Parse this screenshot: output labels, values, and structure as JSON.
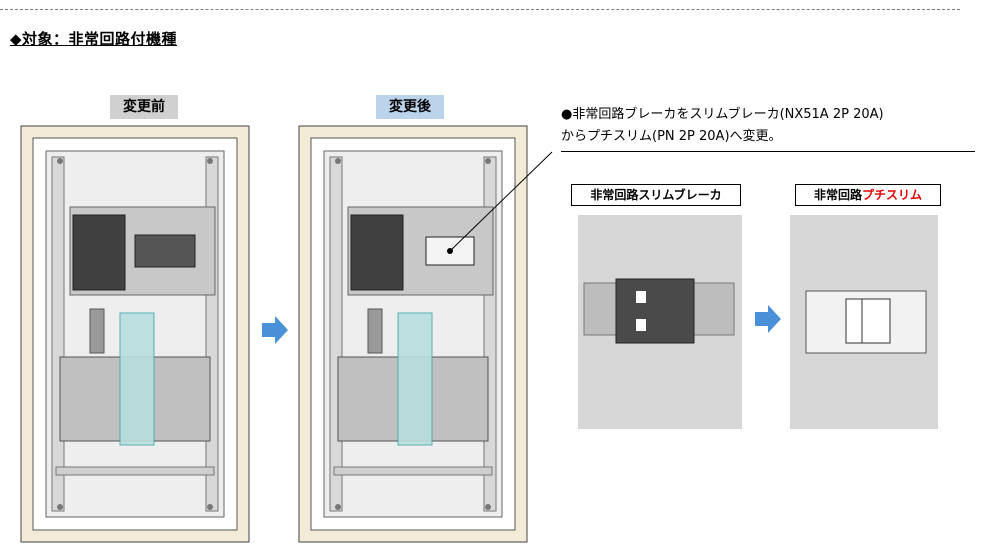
{
  "section_title": "◆対象：非常回路付機種",
  "panel_before_label": "変更前",
  "panel_after_label": "変更後",
  "note": {
    "line1": "●非常回路ブレーカをスリムブレーカ(NX51A 2P 20A)",
    "line2": "からプチスリム(PN 2P 20A)へ変更。"
  },
  "caption_left": "非常回路スリムブレーカ",
  "caption_right_prefix": "非常回路",
  "caption_right_highlight": "プチスリム",
  "colors": {
    "arrow": "#4a90d9",
    "highlight": "#e00000",
    "after_label_bg": "#bcd3ec",
    "before_label_bg": "#d0d0d0"
  }
}
